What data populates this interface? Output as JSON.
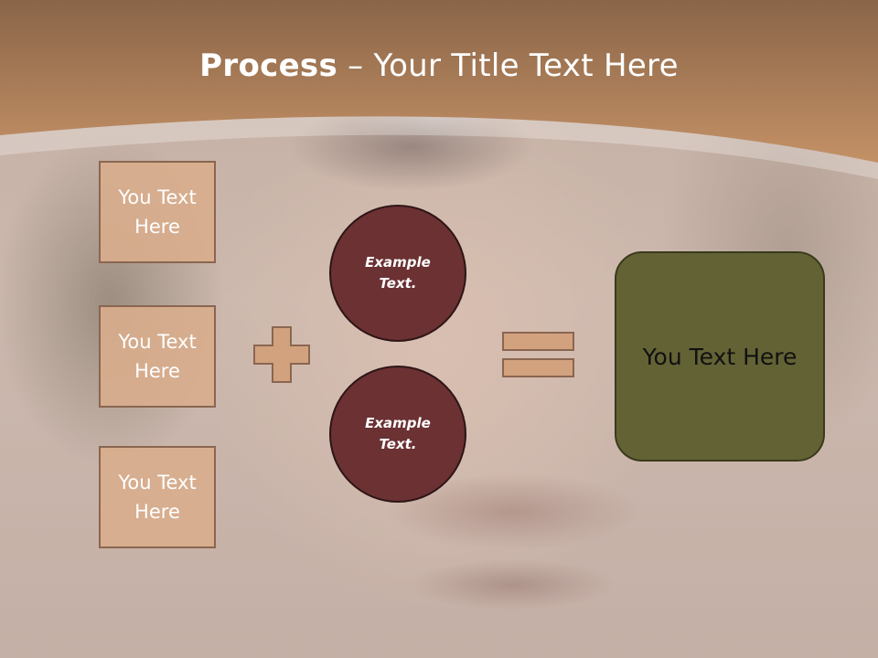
{
  "title": {
    "strong": "Process",
    "rest": " – Your Title Text Here"
  },
  "left_boxes": [
    {
      "label": "You Text Here"
    },
    {
      "label": "You Text Here"
    },
    {
      "label": "You Text Here"
    }
  ],
  "circles": [
    {
      "label": "Example Text."
    },
    {
      "label": "Example Text."
    }
  ],
  "result": {
    "label": "You Text Here"
  },
  "colors": {
    "header": "#b9885e",
    "box_fill": "#d8ad8c",
    "circle_fill": "#6b3133",
    "result_fill": "#636235",
    "operator_fill": "#d2a27f"
  }
}
